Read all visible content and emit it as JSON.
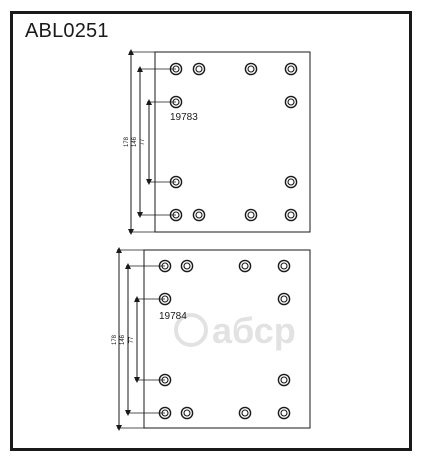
{
  "title": "ABL0251",
  "watermark": {
    "text": "aбср",
    "color": "#e2e2e2"
  },
  "colors": {
    "line": "#1a1a1a",
    "background": "#ffffff"
  },
  "plates": [
    {
      "part_number": "19783",
      "dimensions": {
        "outer": "178",
        "middle": "146",
        "inner": "77"
      }
    },
    {
      "part_number": "19784",
      "dimensions": {
        "outer": "178",
        "middle": "146",
        "inner": "77"
      }
    }
  ]
}
